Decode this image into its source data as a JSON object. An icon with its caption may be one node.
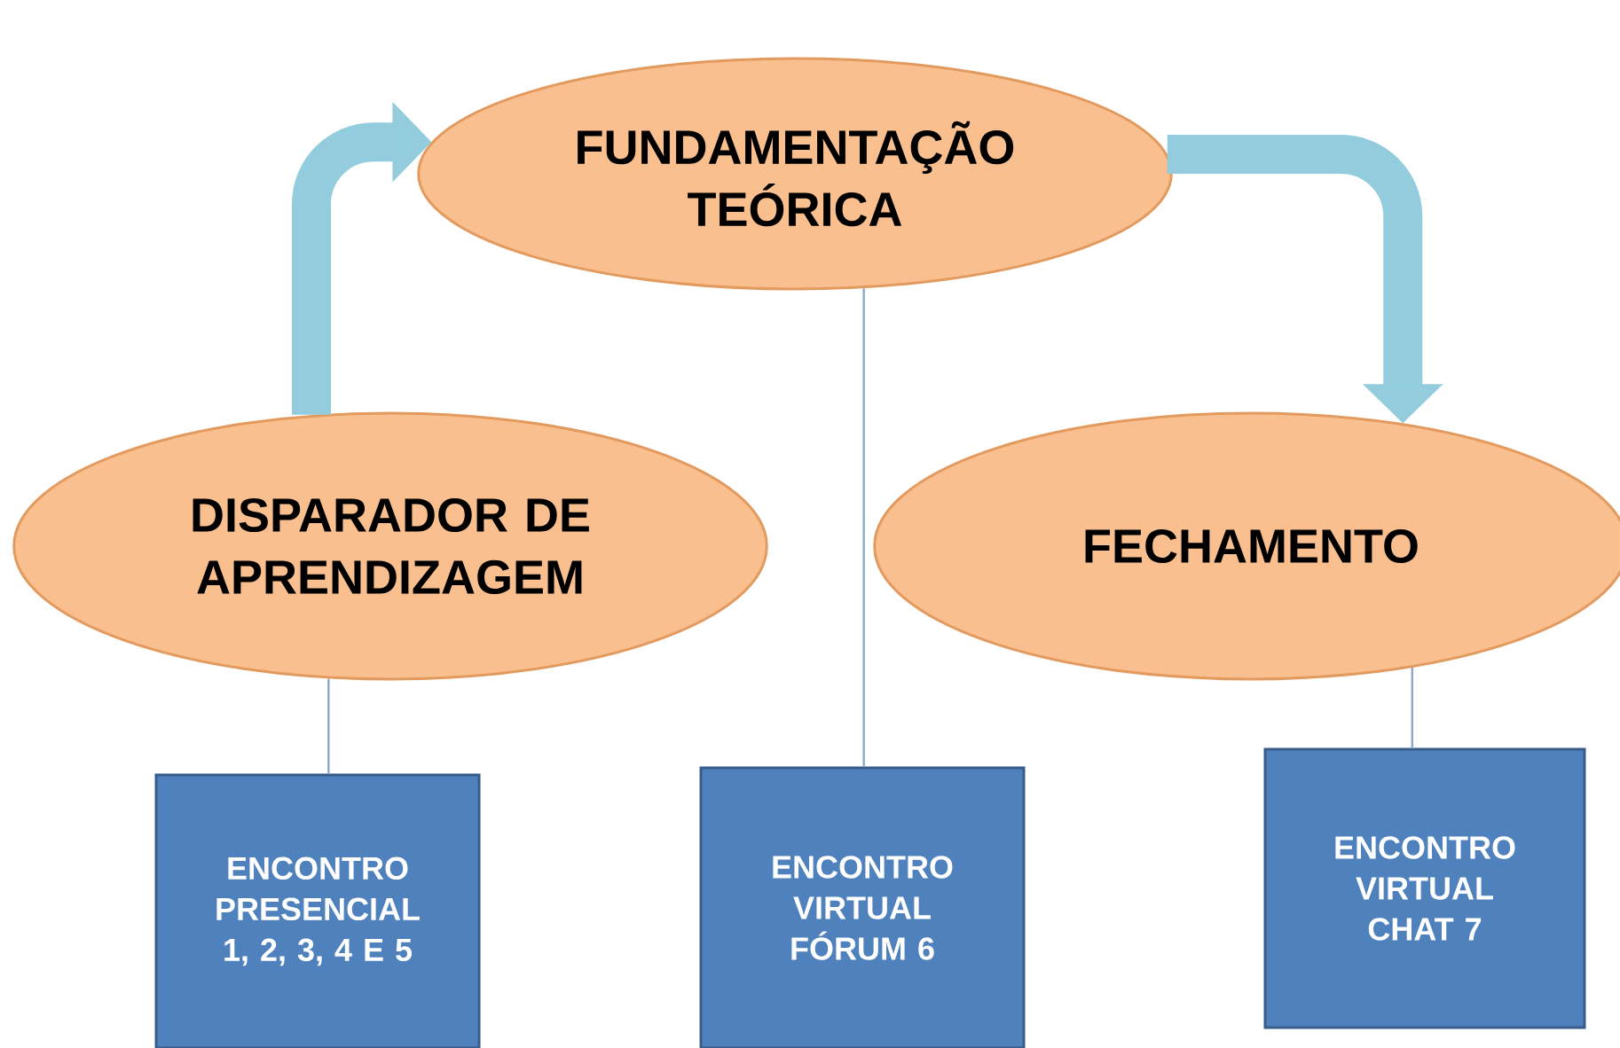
{
  "diagram": {
    "nodes": [
      {
        "text": [
          "FUNDAMENTAÇÃO TEÓRICA"
        ]
      },
      {
        "text": [
          "DISPARADOR DE APRENDIZAGEM"
        ]
      },
      {
        "text": [
          "FECHAMENTO"
        ]
      },
      {
        "text": [
          "ENCONTRO PRESENCIAL 1, 2, 3, 4 E 5"
        ]
      },
      {
        "text": [
          "ENCONTRO VIRTUAL FÓRUM 6"
        ]
      },
      {
        "text": [
          "ENCONTRO VIRTUAL CHAT 7"
        ]
      }
    ],
    "edges": [
      {
        "from": 1,
        "to": 0,
        "arrow": "to",
        "style": "thick",
        "color": "#93cddd"
      },
      {
        "from": 0,
        "to": 2,
        "arrow": "to",
        "style": "thick",
        "color": "#93cddd"
      },
      {
        "from": 1,
        "to": 3,
        "arrow": "none"
      },
      {
        "from": 0,
        "to": 4,
        "arrow": "none"
      },
      {
        "from": 2,
        "to": 5,
        "arrow": "none"
      }
    ]
  }
}
